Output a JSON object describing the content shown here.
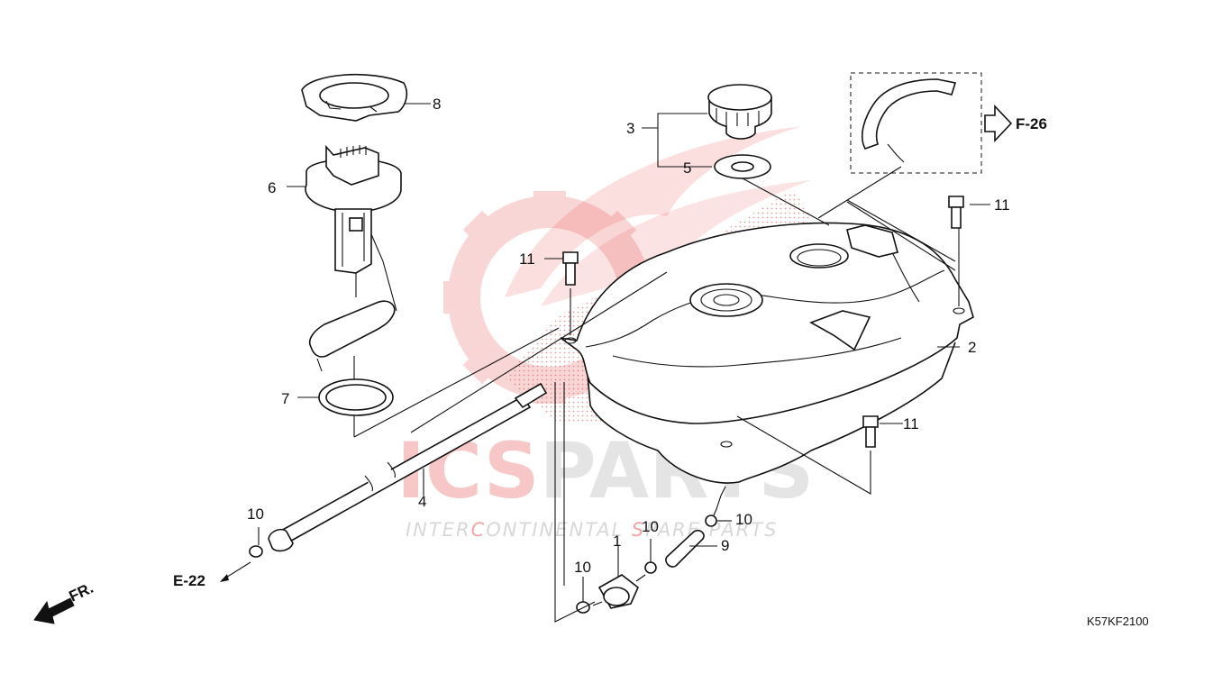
{
  "watermark": {
    "brand": "ICSPARTS",
    "brand_ics": "ICS",
    "brand_parts": "PARTS",
    "tagline_before": "INTER",
    "tagline_c": "C",
    "tagline_middle": "ONTINENTAL ",
    "tagline_s": "S",
    "tagline_after": "PARE PARTS",
    "colors": {
      "red": "#e63a3a",
      "gray": "#c6c6c6",
      "dots": "#d24a4a"
    }
  },
  "diagram": {
    "code": "K57KF2100",
    "refs": {
      "f26": "F-26",
      "e22": "E-22",
      "fr": "FR."
    },
    "callouts": {
      "c1": "1",
      "c2": "2",
      "c3": "3",
      "c4": "4",
      "c5": "5",
      "c6": "6",
      "c7": "7",
      "c8": "8",
      "c9": "9",
      "c10a": "10",
      "c10b": "10",
      "c10c": "10",
      "c10d": "10",
      "c11a": "11",
      "c11b": "11",
      "c11c": "11"
    }
  }
}
